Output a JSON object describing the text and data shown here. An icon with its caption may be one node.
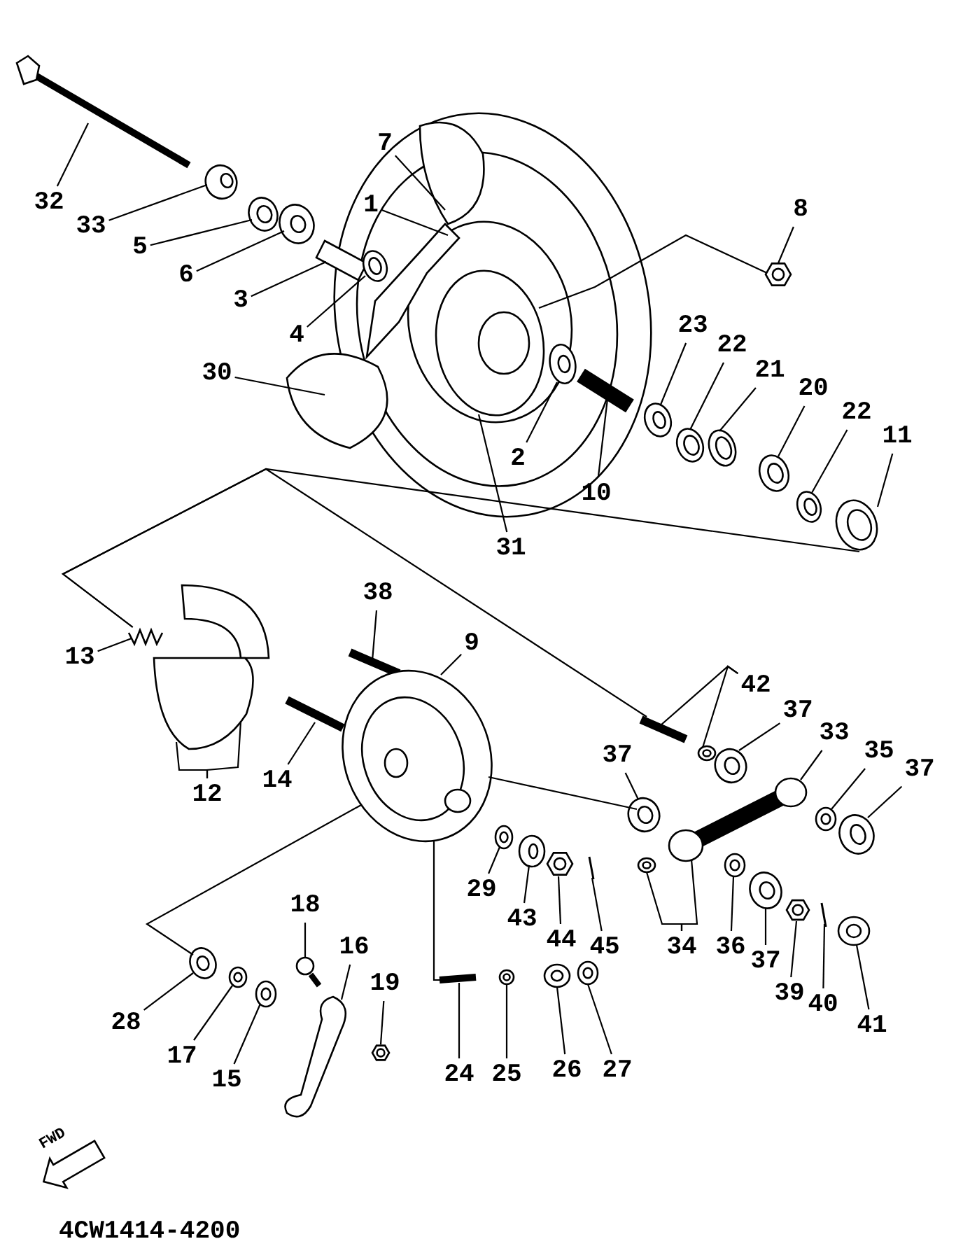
{
  "diagram": {
    "nodes": [
      {
        "text": [
          "32"
        ]
      },
      {
        "text": [
          "33"
        ]
      },
      {
        "text": [
          "5"
        ]
      },
      {
        "text": [
          "6"
        ]
      },
      {
        "text": [
          "3"
        ]
      },
      {
        "text": [
          "4"
        ]
      },
      {
        "text": [
          "7"
        ]
      },
      {
        "text": [
          "1"
        ]
      },
      {
        "text": [
          "8"
        ]
      },
      {
        "text": [
          "30"
        ]
      },
      {
        "text": [
          "23"
        ]
      },
      {
        "text": [
          "22"
        ]
      },
      {
        "text": [
          "21"
        ]
      },
      {
        "text": [
          "20"
        ]
      },
      {
        "text": [
          "22"
        ]
      },
      {
        "text": [
          "11"
        ]
      },
      {
        "text": [
          "2"
        ]
      },
      {
        "text": [
          "10"
        ]
      },
      {
        "text": [
          "31"
        ]
      },
      {
        "text": [
          "38"
        ]
      },
      {
        "text": [
          "9"
        ]
      },
      {
        "text": [
          "13"
        ]
      },
      {
        "text": [
          "12"
        ]
      },
      {
        "text": [
          "14"
        ]
      },
      {
        "text": [
          "42"
        ]
      },
      {
        "text": [
          "37"
        ]
      },
      {
        "text": [
          "33"
        ]
      },
      {
        "text": [
          "35"
        ]
      },
      {
        "text": [
          "37"
        ]
      },
      {
        "text": [
          "37"
        ]
      },
      {
        "text": [
          "29"
        ]
      },
      {
        "text": [
          "43"
        ]
      },
      {
        "text": [
          "44"
        ]
      },
      {
        "text": [
          "45"
        ]
      },
      {
        "text": [
          "34"
        ]
      },
      {
        "text": [
          "36"
        ]
      },
      {
        "text": [
          "37"
        ]
      },
      {
        "text": [
          "39"
        ]
      },
      {
        "text": [
          "40"
        ]
      },
      {
        "text": [
          "41"
        ]
      },
      {
        "text": [
          "18"
        ]
      },
      {
        "text": [
          "16"
        ]
      },
      {
        "text": [
          "28"
        ]
      },
      {
        "text": [
          "19"
        ]
      },
      {
        "text": [
          "17"
        ]
      },
      {
        "text": [
          "15"
        ]
      },
      {
        "text": [
          "24"
        ]
      },
      {
        "text": [
          "25"
        ]
      },
      {
        "text": [
          "26"
        ]
      },
      {
        "text": [
          "27"
        ]
      },
      {
        "text": [],
        "shape": "picture"
      },
      {
        "text": [],
        "shape": "picture"
      },
      {
        "text": [],
        "shape": "picture"
      },
      {
        "text": [],
        "shape": "picture"
      },
      {
        "text": [],
        "shape": "picture"
      },
      {
        "text": [],
        "shape": "picture"
      },
      {
        "text": [],
        "shape": "picture"
      },
      {
        "text": [],
        "shape": "picture"
      },
      {
        "text": [],
        "shape": "picture"
      },
      {
        "text": [],
        "shape": "picture"
      },
      {
        "text": [],
        "shape": "picture"
      },
      {
        "text": [],
        "shape": "picture"
      },
      {
        "text": [],
        "shape": "picture"
      },
      {
        "text": [],
        "shape": "picture"
      },
      {
        "text": [],
        "shape": "picture"
      },
      {
        "text": [],
        "shape": "picture"
      },
      {
        "text": [],
        "shape": "picture"
      },
      {
        "text": [],
        "shape": "picture"
      },
      {
        "text": [],
        "shape": "picture"
      },
      {
        "text": [],
        "shape": "picture"
      },
      {
        "text": [],
        "shape": "picture"
      },
      {
        "text": [],
        "shape": "picture"
      },
      {
        "text": [],
        "shape": "picture"
      },
      {
        "text": [],
        "shape": "picture"
      },
      {
        "text": [],
        "shape": "picture"
      },
      {
        "text": [],
        "shape": "picture"
      },
      {
        "text": [],
        "shape": "picture"
      },
      {
        "text": [],
        "shape": "picture"
      },
      {
        "text": [],
        "shape": "picture"
      },
      {
        "text": [],
        "shape": "picture"
      },
      {
        "text": [],
        "shape": "picture"
      },
      {
        "text": [],
        "shape": "picture"
      },
      {
        "text": [],
        "shape": "picture"
      },
      {
        "text": [],
        "shape": "picture"
      },
      {
        "text": [],
        "shape": "picture"
      },
      {
        "text": [],
        "shape": "picture"
      },
      {
        "text": [],
        "shape": "picture"
      },
      {
        "text": [],
        "shape": "picture"
      },
      {
        "text": [],
        "shape": "picture"
      },
      {
        "text": [],
        "shape": "picture"
      },
      {
        "text": [],
        "shape": "picture"
      },
      {
        "text": [],
        "shape": "picture"
      },
      {
        "text": [],
        "shape": "picture"
      },
      {
        "text": [],
        "shape": "picture"
      },
      {
        "text": [],
        "shape": "picture"
      },
      {
        "text": [],
        "shape": "picture"
      },
      {
        "text": [],
        "shape": "picture"
      },
      {
        "text": [],
        "shape": "picture"
      },
      {
        "text": [],
        "shape": "picture"
      },
      {
        "text": [],
        "shape": "picture"
      },
      {
        "text": [],
        "shape": "picture"
      }
    ],
    "edges": [
      {
        "from": 0,
        "to": 50,
        "arrow": "none"
      },
      {
        "from": 1,
        "to": 51,
        "arrow": "none"
      },
      {
        "from": 2,
        "to": 52,
        "arrow": "none"
      },
      {
        "from": 3,
        "to": 53,
        "arrow": "none"
      },
      {
        "from": 4,
        "to": 54,
        "arrow": "none"
      },
      {
        "from": 5,
        "to": 55,
        "arrow": "none"
      },
      {
        "from": 6,
        "to": 56,
        "arrow": "none"
      },
      {
        "from": 7,
        "to": 57,
        "arrow": "none"
      },
      {
        "from": 8,
        "to": 58,
        "arrow": "none"
      },
      {
        "from": 9,
        "to": 59,
        "arrow": "none"
      },
      {
        "from": 10,
        "to": 60,
        "arrow": "none"
      },
      {
        "from": 11,
        "to": 61,
        "arrow": "none"
      },
      {
        "from": 12,
        "to": 62,
        "arrow": "none"
      },
      {
        "from": 13,
        "to": 63,
        "arrow": "none"
      },
      {
        "from": 14,
        "to": 64,
        "arrow": "none"
      },
      {
        "from": 15,
        "to": 65,
        "arrow": "none"
      },
      {
        "from": 16,
        "to": 66,
        "arrow": "none"
      },
      {
        "from": 17,
        "to": 67,
        "arrow": "none"
      },
      {
        "from": 18,
        "to": 68,
        "arrow": "none"
      },
      {
        "from": 19,
        "to": 69,
        "arrow": "none"
      },
      {
        "from": 20,
        "to": 70,
        "arrow": "none"
      },
      {
        "from": 21,
        "to": 71,
        "arrow": "none"
      },
      {
        "from": 22,
        "to": 72,
        "arrow": "none"
      },
      {
        "from": 22,
        "to": 72,
        "arrow": "none"
      },
      {
        "from": 23,
        "to": 73,
        "arrow": "none"
      },
      {
        "from": 24,
        "to": 74,
        "arrow": "none"
      },
      {
        "from": 24,
        "to": 75,
        "arrow": "none"
      },
      {
        "from": 25,
        "to": 76,
        "arrow": "none"
      },
      {
        "from": 26,
        "to": 77,
        "arrow": "none"
      },
      {
        "from": 27,
        "to": 78,
        "arrow": "none"
      },
      {
        "from": 28,
        "to": 79,
        "arrow": "none"
      },
      {
        "from": 29,
        "to": 80,
        "arrow": "none"
      },
      {
        "from": 30,
        "to": 81,
        "arrow": "none"
      },
      {
        "from": 31,
        "to": 82,
        "arrow": "none"
      },
      {
        "from": 32,
        "to": 83,
        "arrow": "none"
      },
      {
        "from": 33,
        "to": 84,
        "arrow": "none"
      },
      {
        "from": 34,
        "to": 85,
        "arrow": "none"
      },
      {
        "from": 34,
        "to": 77,
        "arrow": "none"
      },
      {
        "from": 35,
        "to": 86,
        "arrow": "none"
      },
      {
        "from": 36,
        "to": 87,
        "arrow": "none"
      },
      {
        "from": 37,
        "to": 88,
        "arrow": "none"
      },
      {
        "from": 38,
        "to": 89,
        "arrow": "none"
      },
      {
        "from": 39,
        "to": 90,
        "arrow": "none"
      },
      {
        "from": 40,
        "to": 91,
        "arrow": "none"
      },
      {
        "from": 41,
        "to": 92,
        "arrow": "none"
      },
      {
        "from": 42,
        "to": 93,
        "arrow": "none"
      },
      {
        "from": 43,
        "to": 94,
        "arrow": "none"
      },
      {
        "from": 44,
        "to": 95,
        "arrow": "none"
      },
      {
        "from": 45,
        "to": 96,
        "arrow": "none"
      },
      {
        "from": 46,
        "to": 97,
        "arrow": "none"
      },
      {
        "from": 47,
        "to": 98,
        "arrow": "none"
      },
      {
        "from": 48,
        "to": 99,
        "arrow": "none"
      },
      {
        "from": 49,
        "to": 100,
        "arrow": "none"
      },
      {
        "from": 70,
        "to": 93,
        "arrow": "none"
      },
      {
        "from": 70,
        "to": 97,
        "arrow": "none"
      },
      {
        "from": 70,
        "to": 80,
        "arrow": "none"
      },
      {
        "from": 68,
        "to": 58,
        "arrow": "none"
      },
      {
        "from": 71,
        "to": 74,
        "arrow": "none"
      },
      {
        "from": 71,
        "to": 65,
        "arrow": "none"
      }
    ],
    "labels": [
      "FWD",
      "4CW1414-4200"
    ]
  }
}
